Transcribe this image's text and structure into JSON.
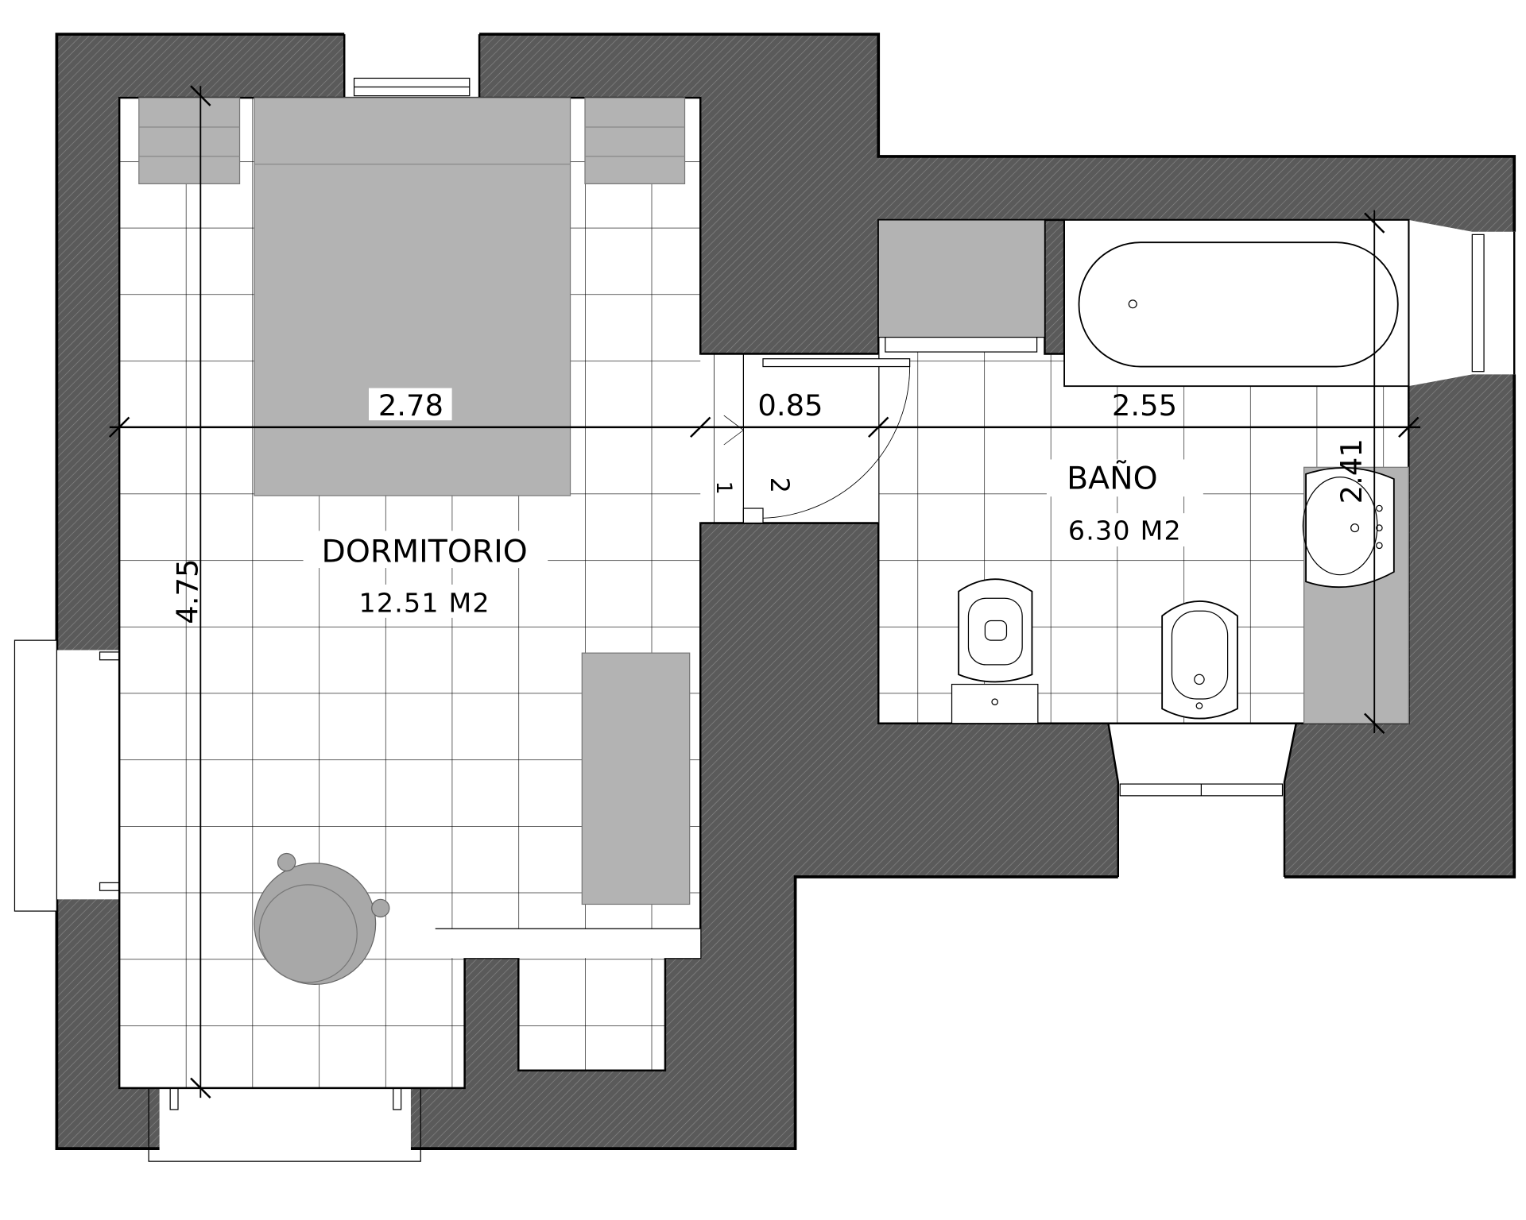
{
  "rooms": {
    "bedroom": {
      "name": "DORMITORIO",
      "area": "12.51 M2"
    },
    "bathroom": {
      "name": "BAÑO",
      "area": "6.30 M2"
    }
  },
  "dimensions": {
    "bedroom_width": "2.78",
    "corridor_width": "0.85",
    "bathroom_width": "2.55",
    "bedroom_depth": "4.75",
    "bathroom_depth": "2.41"
  },
  "steps": {
    "step1": "1",
    "step2": "2"
  },
  "colors": {
    "wall": "#5a5a5a",
    "furniture": "#b3b3b3",
    "line": "#000000"
  }
}
